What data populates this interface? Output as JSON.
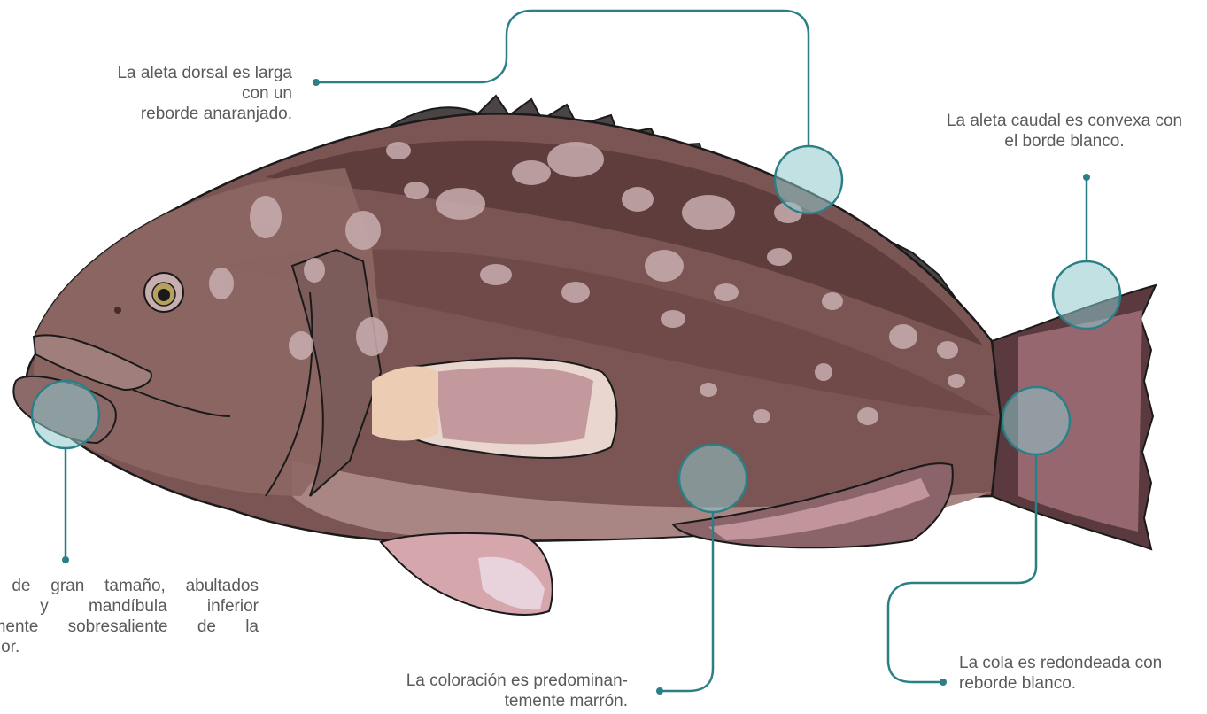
{
  "colors": {
    "leader_line": "#2b7f86",
    "body_dark": "#5a3a3a",
    "body_mid": "#7a5553",
    "body_light": "#9d7b78",
    "spot": "#c9aeb0",
    "fin_dark": "#4a4444",
    "fin_pink": "#d6a6ad",
    "highlight_fill": "#8fc8cc",
    "text": "#5a5a5a"
  },
  "annotations": {
    "dorsal": {
      "line1": "La aleta dorsal es larga con un",
      "line2": "reborde anaranjado."
    },
    "caudal": {
      "line1": "La aleta caudal es convexa con",
      "line2": "el borde blanco."
    },
    "mouth": {
      "line1": "a de gran tamaño, abultados",
      "line2": "os y mandíbula inferior",
      "line3": "amente sobresaliente de la",
      "line4": "erior."
    },
    "coloration": {
      "line1": "La coloración es predominan-",
      "line2": "temente marrón."
    },
    "tail": {
      "line1": "La cola es redondeada con",
      "line2": "reborde blanco."
    }
  }
}
